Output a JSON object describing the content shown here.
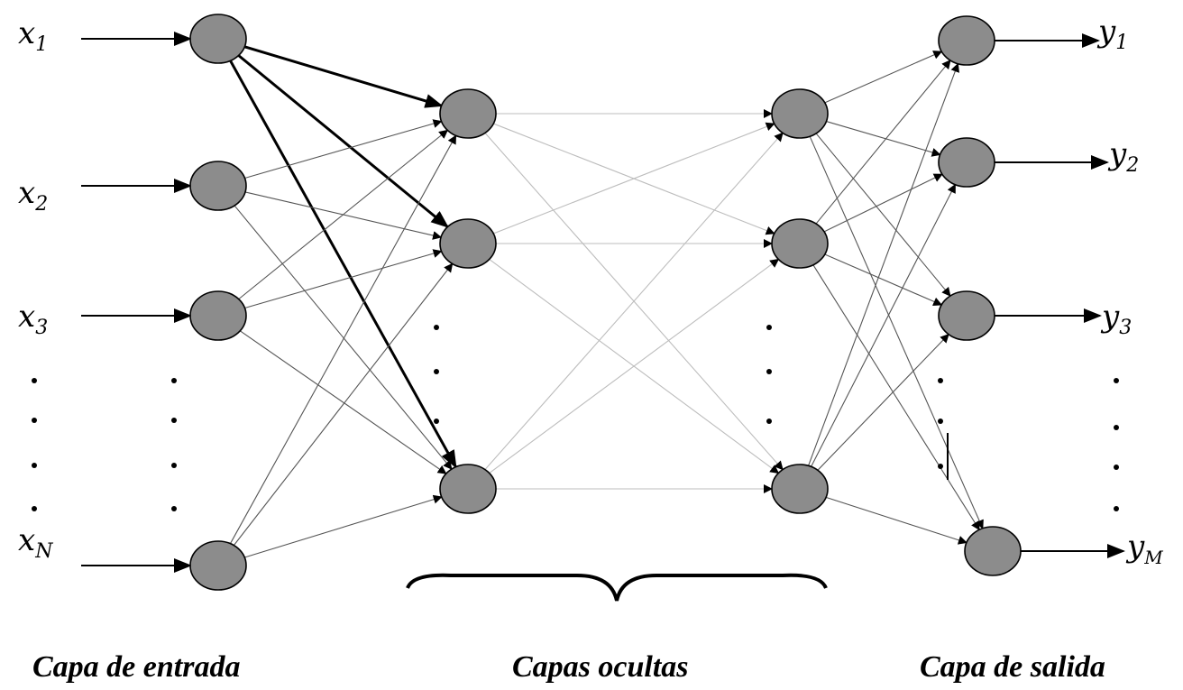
{
  "inputs": [
    {
      "base": "x",
      "sub": "1"
    },
    {
      "base": "x",
      "sub": "2"
    },
    {
      "base": "x",
      "sub": "3"
    },
    {
      "base": "x",
      "sub": "N"
    }
  ],
  "outputs": [
    {
      "base": "y",
      "sub": "1"
    },
    {
      "base": "y",
      "sub": "2"
    },
    {
      "base": "y",
      "sub": "3"
    },
    {
      "base": "y",
      "sub": "M"
    }
  ],
  "layers": {
    "input": "Capa de entrada",
    "hidden": "Capas ocultas",
    "output": "Capa de salida"
  },
  "colors": {
    "node_fill": "#8c8c8c",
    "node_stroke": "#000000",
    "edge_dark": "#000000",
    "edge_mid": "#555555",
    "edge_light": "#bdbdbd"
  }
}
